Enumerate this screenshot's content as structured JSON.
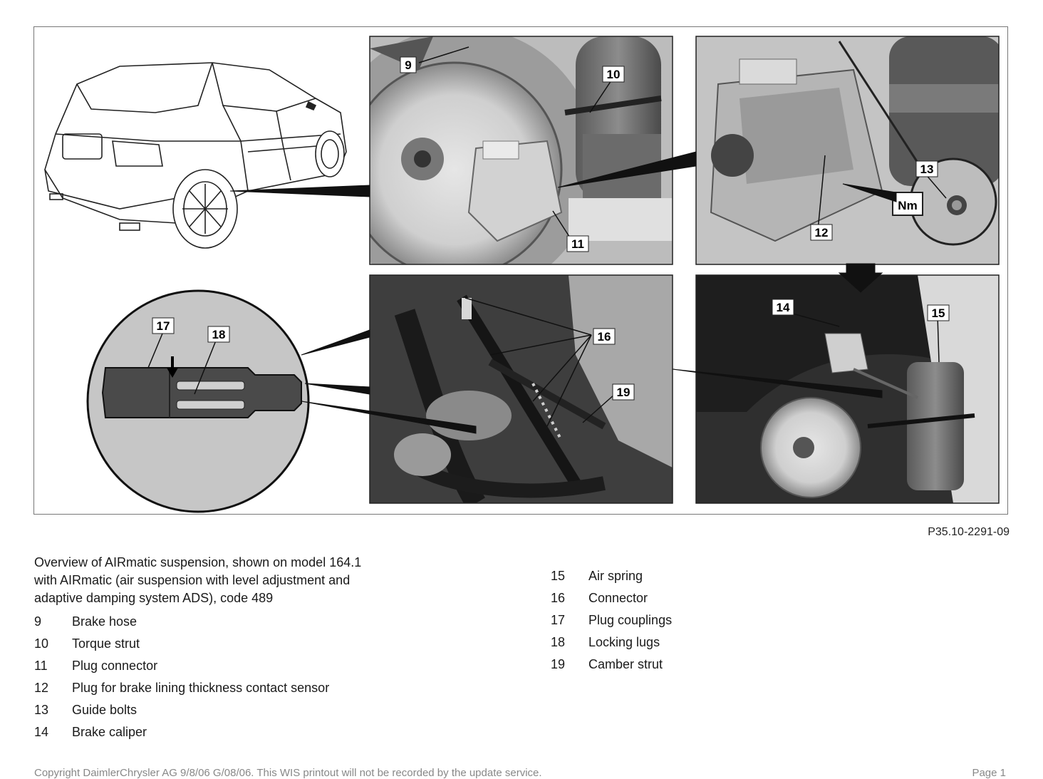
{
  "figure": {
    "id": "P35.10-2291-09",
    "callouts": {
      "c9": "9",
      "c10": "10",
      "c11": "11",
      "c12": "12",
      "c13": "13",
      "c14": "14",
      "c15": "15",
      "c16": "16",
      "c17": "17",
      "c18": "18",
      "c19": "19",
      "nm": "Nm"
    }
  },
  "caption": {
    "line1": "Overview of AIRmatic suspension, shown on model 164.1",
    "line2": "with AIRmatic (air suspension with level adjustment and",
    "line3": "adaptive damping system ADS), code 489"
  },
  "legend": {
    "left": [
      {
        "num": "9",
        "text": "Brake hose"
      },
      {
        "num": "10",
        "text": "Torque strut"
      },
      {
        "num": "11",
        "text": "Plug connector"
      },
      {
        "num": "12",
        "text": "Plug for brake lining thickness contact sensor"
      },
      {
        "num": "13",
        "text": "Guide bolts"
      },
      {
        "num": "14",
        "text": "Brake caliper"
      }
    ],
    "right": [
      {
        "num": "15",
        "text": "Air spring"
      },
      {
        "num": "16",
        "text": "Connector"
      },
      {
        "num": "17",
        "text": "Plug couplings"
      },
      {
        "num": "18",
        "text": "Locking lugs"
      },
      {
        "num": "19",
        "text": "Camber strut"
      }
    ]
  },
  "footer": {
    "copyright": "Copyright DaimlerChrysler AG 9/8/06 G/08/06. This WIS printout will not be recorded by the update service.",
    "page": "Page 1"
  },
  "colors": {
    "photo_bg": "#bdbdbd",
    "photo_dark": "#3a3a3a",
    "line": "#111111"
  }
}
